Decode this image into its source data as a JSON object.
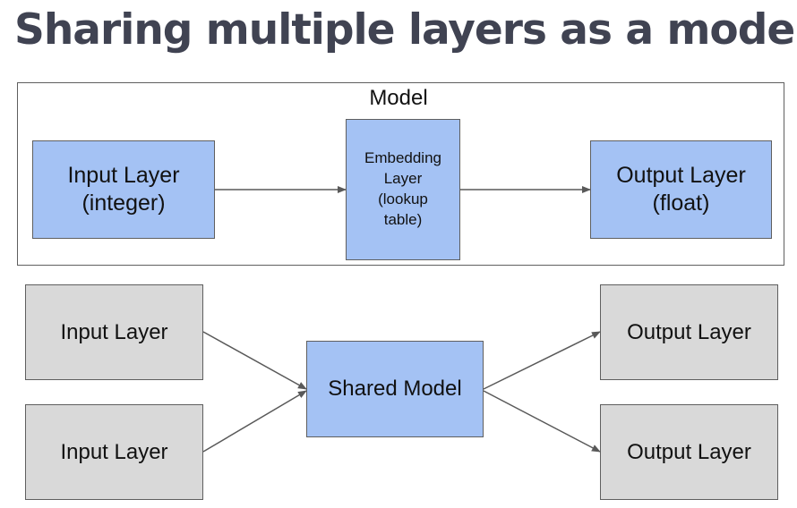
{
  "title": "Sharing multiple layers as a model",
  "model_frame": {
    "label": "Model"
  },
  "top_row": {
    "input_layer": "Input Layer\n(integer)",
    "embedding_layer": "Embedding\nLayer\n(lookup\ntable)",
    "output_layer": "Output Layer\n(float)"
  },
  "bottom_row": {
    "input_layers": [
      "Input Layer",
      "Input Layer"
    ],
    "shared_model": "Shared Model",
    "output_layers": [
      "Output Layer",
      "Output Layer"
    ]
  },
  "colors": {
    "model_box": "#a4c2f4",
    "layer_box": "#d9d9d9",
    "title": "#404352",
    "arrow": "#595959"
  }
}
